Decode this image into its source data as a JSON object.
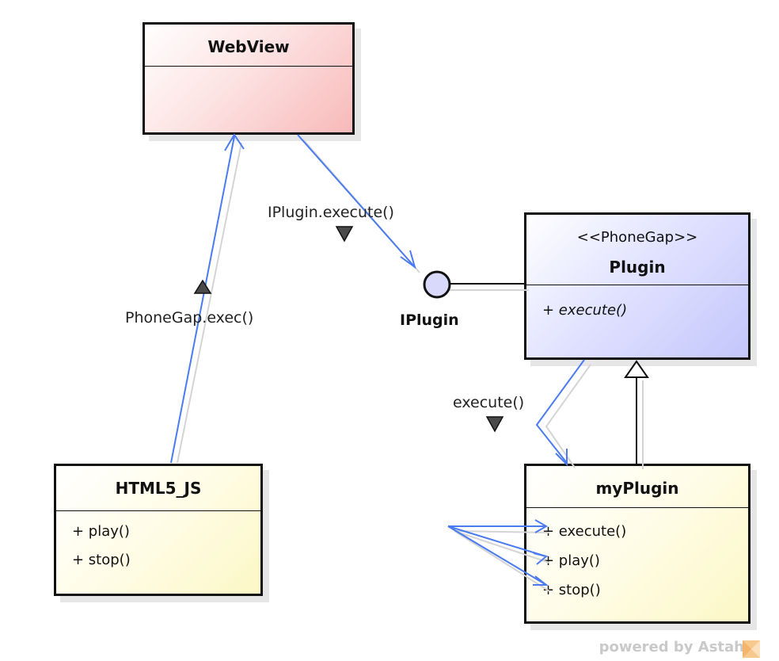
{
  "classes": {
    "webview": {
      "name": "WebView"
    },
    "plugin": {
      "stereotype": "<<PhoneGap>>",
      "name": "Plugin",
      "operations": [
        "+ execute()"
      ]
    },
    "html5": {
      "name": "HTML5_JS",
      "operations": [
        "+ play()",
        "+ stop()"
      ]
    },
    "myplugin": {
      "name": "myPlugin",
      "operations": [
        "+ execute()",
        "+ play()",
        "+ stop()"
      ]
    }
  },
  "interface": {
    "name": "IPlugin"
  },
  "messages": {
    "webview_to_iplugin": "IPlugin.execute()",
    "html5_to_webview": "PhoneGap.exec()",
    "plugin_to_myplugin": "execute()"
  },
  "footer": {
    "powered_by": "powered by Astah"
  },
  "colors": {
    "message_line": "#4a7bf0",
    "webview_fill": "#f8b9b9",
    "plugin_fill": "#c3c6fb",
    "class_fill": "#fcf7c6"
  }
}
